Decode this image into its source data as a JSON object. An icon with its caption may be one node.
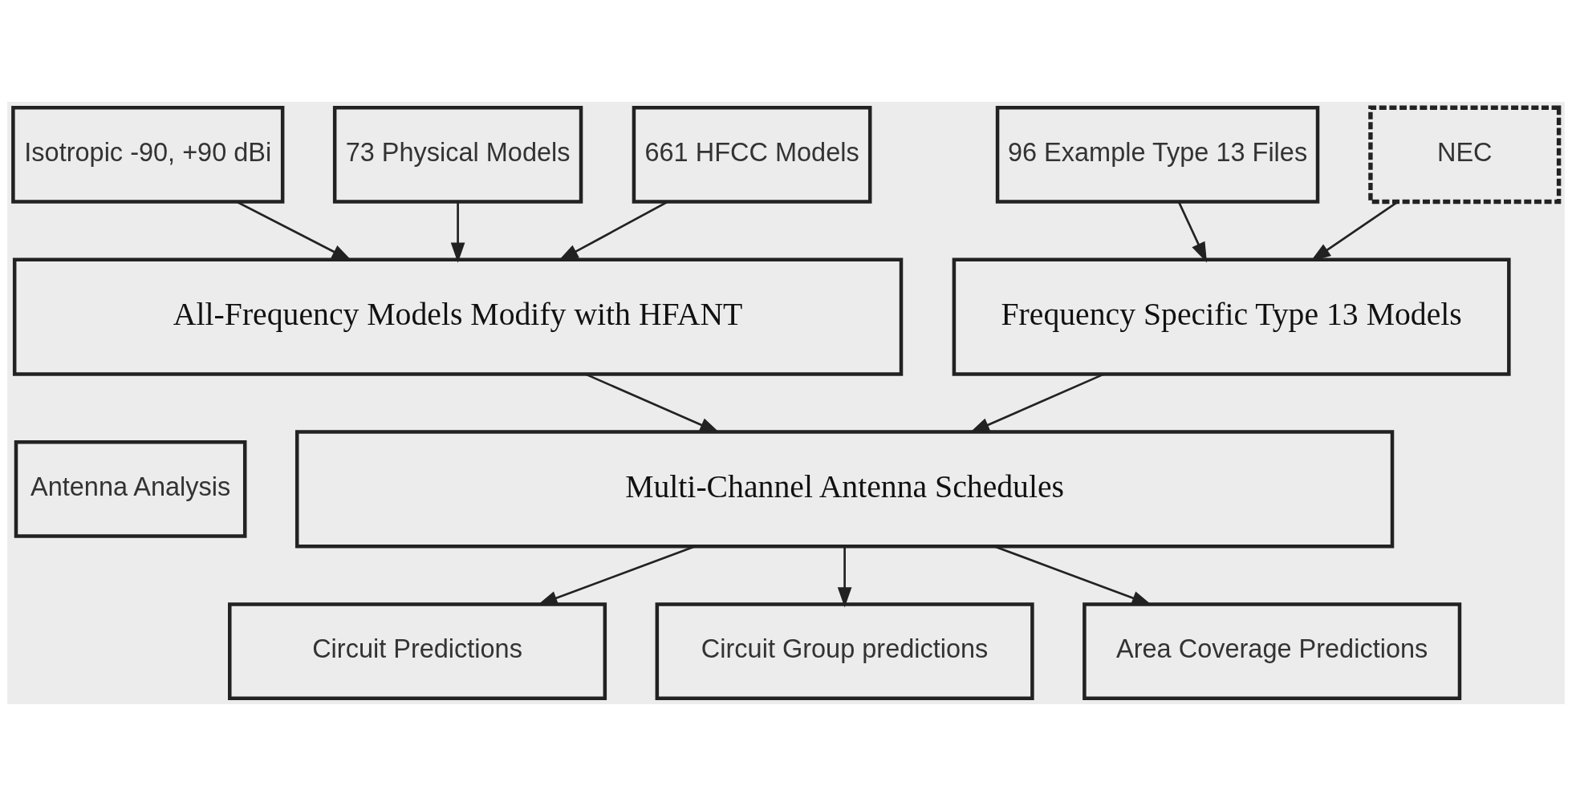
{
  "diagram": {
    "nodes": [
      {
        "text": [
          "Isotropic -90, +90 dBi"
        ]
      },
      {
        "text": [
          "73 Physical Models"
        ]
      },
      {
        "text": [
          "661 HFCC Models"
        ]
      },
      {
        "text": [
          "96 Example Type 13 Files"
        ]
      },
      {
        "text": [
          "NEC"
        ]
      },
      {
        "text": [
          "All-Frequency Models Modify with HFANT"
        ]
      },
      {
        "text": [
          "Frequency Specific Type 13 Models"
        ]
      },
      {
        "text": [
          "Antenna Analysis"
        ]
      },
      {
        "text": [
          "Multi-Channel Antenna Schedules"
        ]
      },
      {
        "text": [
          "Circuit Predictions"
        ]
      },
      {
        "text": [
          "Circuit Group predictions"
        ]
      },
      {
        "text": [
          "Area Coverage Predictions"
        ]
      }
    ],
    "edges": [
      {
        "from": 0,
        "to": 5,
        "arrow": "to"
      },
      {
        "from": 1,
        "to": 5,
        "arrow": "to"
      },
      {
        "from": 2,
        "to": 5,
        "arrow": "to"
      },
      {
        "from": 3,
        "to": 6,
        "arrow": "to"
      },
      {
        "from": 4,
        "to": 6,
        "arrow": "to"
      },
      {
        "from": 5,
        "to": 8,
        "arrow": "to"
      },
      {
        "from": 6,
        "to": 8,
        "arrow": "to"
      },
      {
        "from": 8,
        "to": 9,
        "arrow": "to"
      },
      {
        "from": 8,
        "to": 10,
        "arrow": "to"
      },
      {
        "from": 8,
        "to": 11,
        "arrow": "to"
      }
    ]
  }
}
